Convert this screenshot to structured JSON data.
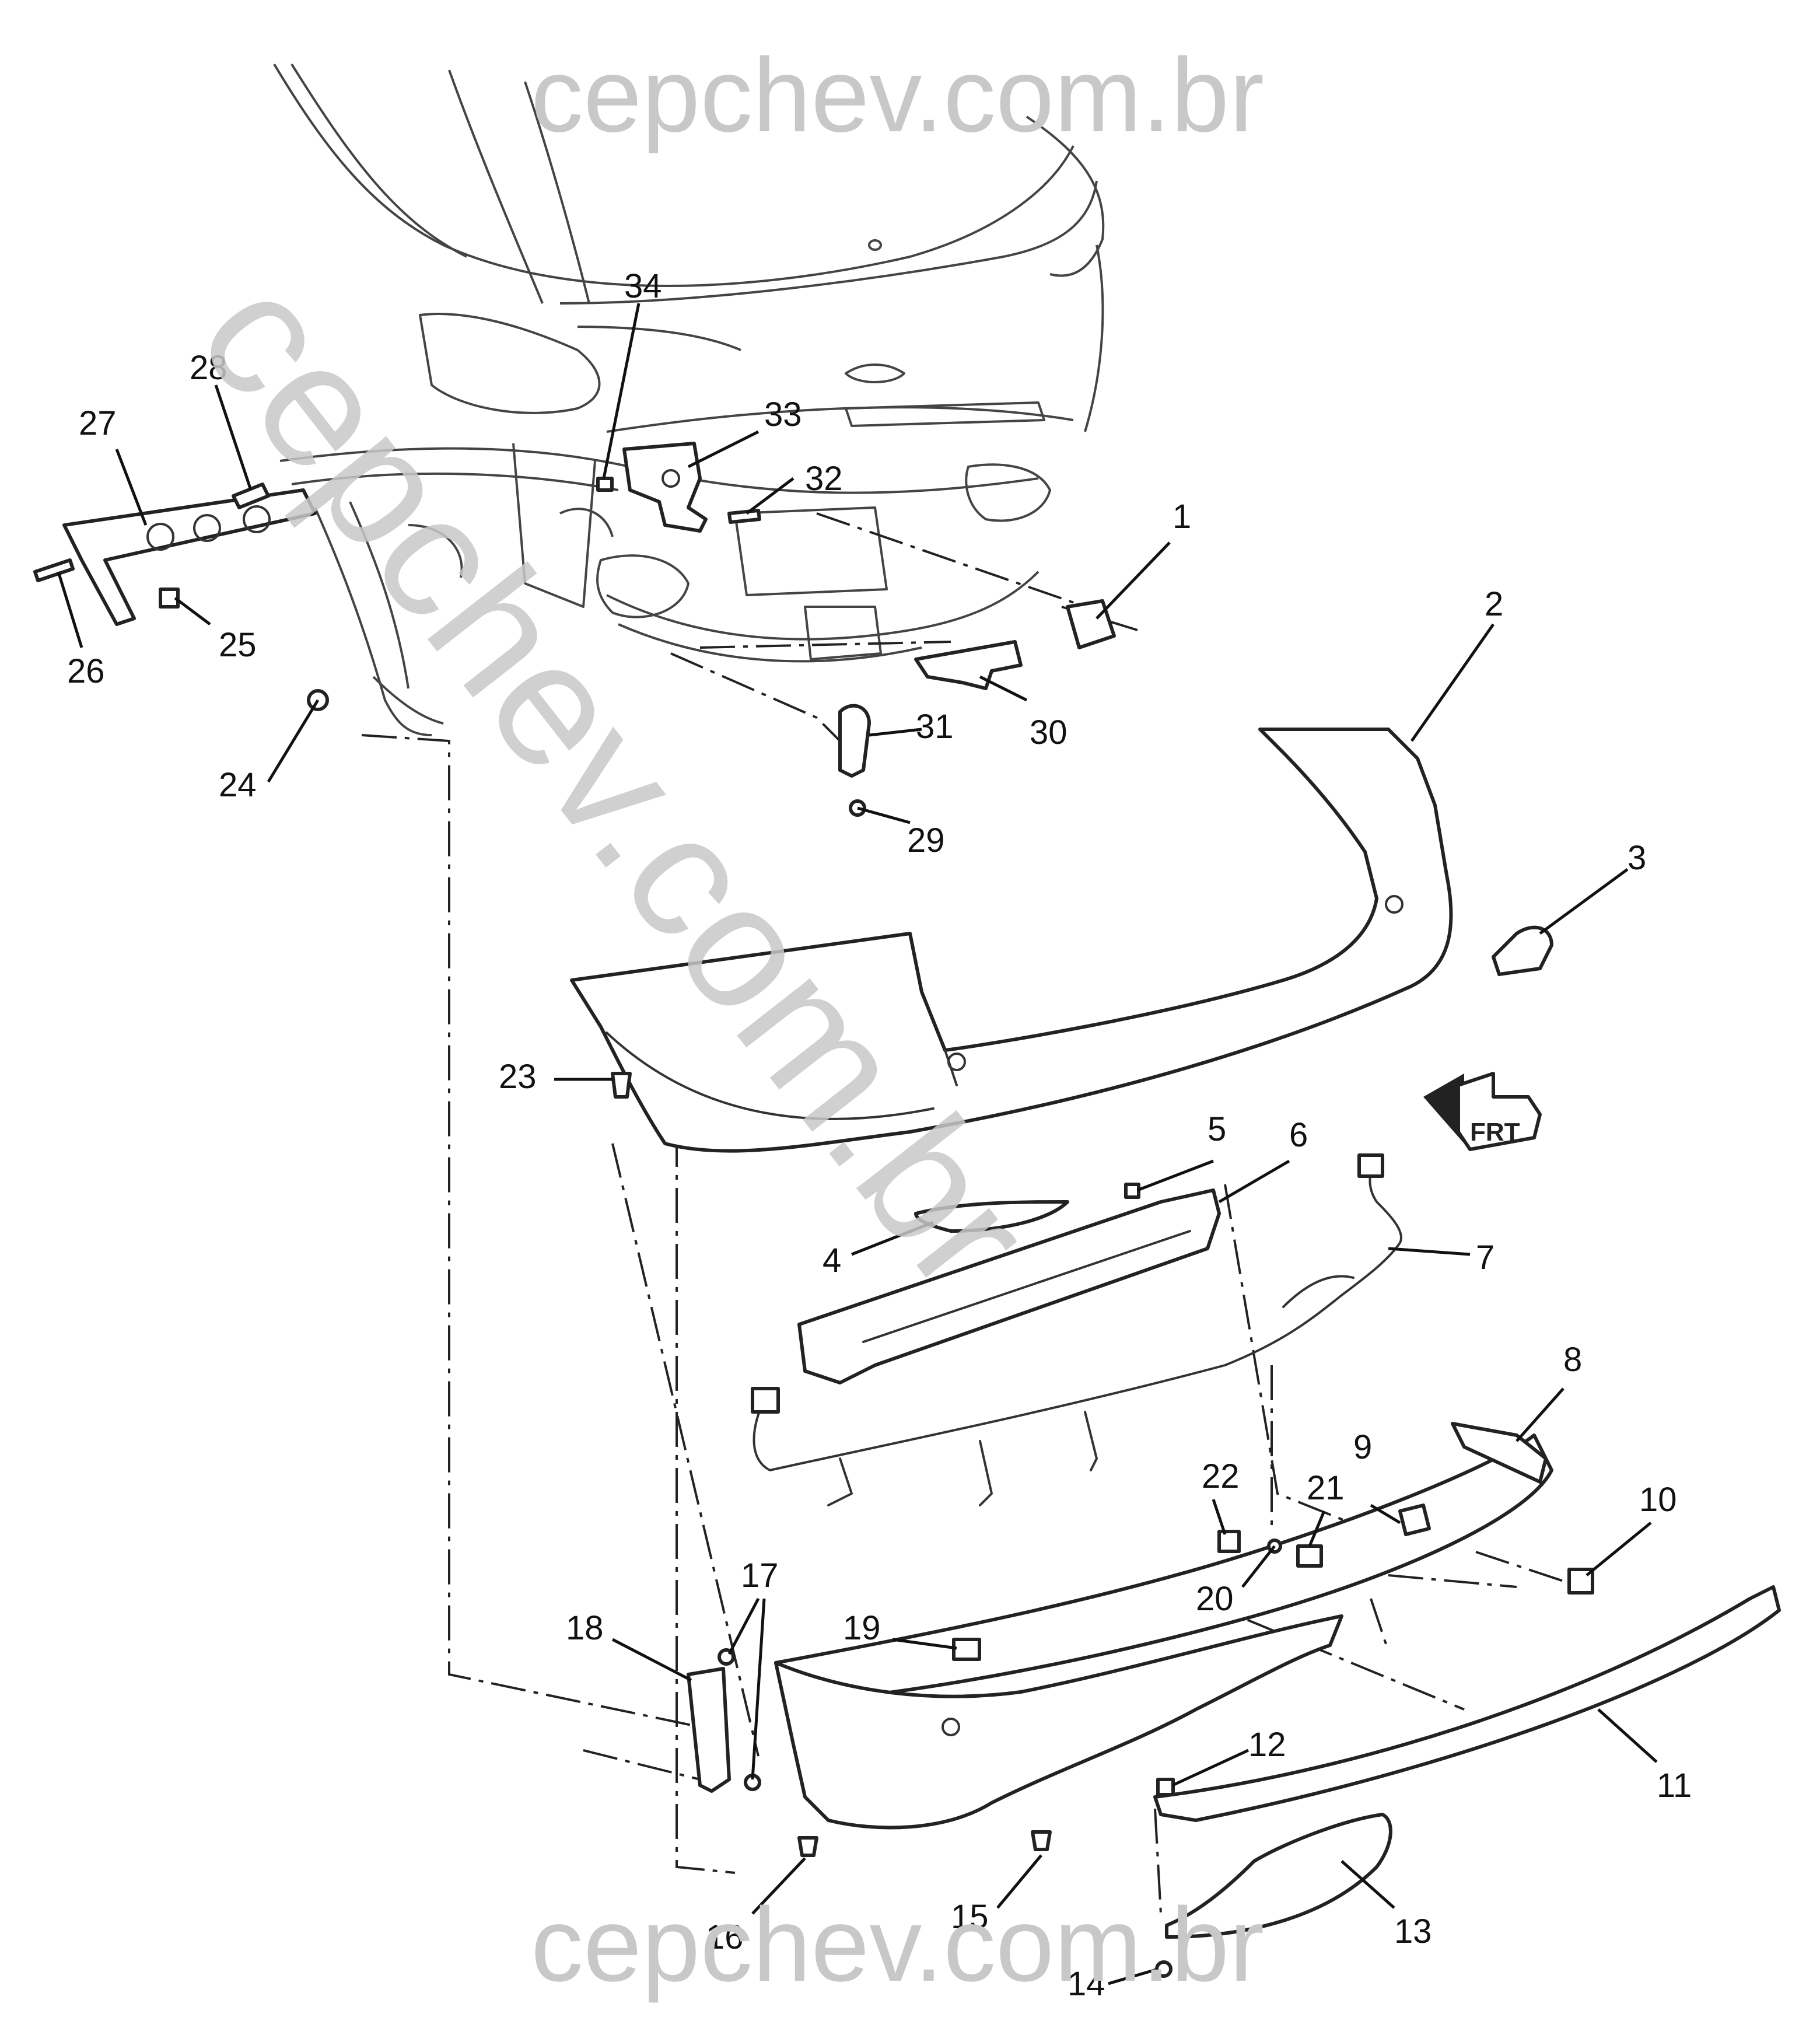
{
  "watermark": {
    "top": "cepchev.com.br",
    "bottom": "cepchev.com.br",
    "diagonal": "cepchev.com.br",
    "color": "#c8c8c8"
  },
  "direction_badge": {
    "text": "FRT",
    "icon": "front-direction-arrow-icon"
  },
  "callouts": [
    {
      "id": "1",
      "text": "1"
    },
    {
      "id": "2",
      "text": "2"
    },
    {
      "id": "3",
      "text": "3"
    },
    {
      "id": "4",
      "text": "4"
    },
    {
      "id": "5",
      "text": "5"
    },
    {
      "id": "6",
      "text": "6"
    },
    {
      "id": "7",
      "text": "7"
    },
    {
      "id": "8",
      "text": "8"
    },
    {
      "id": "9",
      "text": "9"
    },
    {
      "id": "10",
      "text": "10"
    },
    {
      "id": "11",
      "text": "11"
    },
    {
      "id": "12",
      "text": "12"
    },
    {
      "id": "13",
      "text": "13"
    },
    {
      "id": "14",
      "text": "14"
    },
    {
      "id": "15",
      "text": "15"
    },
    {
      "id": "16",
      "text": "16"
    },
    {
      "id": "17",
      "text": "17"
    },
    {
      "id": "18",
      "text": "18"
    },
    {
      "id": "19",
      "text": "19"
    },
    {
      "id": "20",
      "text": "20"
    },
    {
      "id": "21",
      "text": "21"
    },
    {
      "id": "22",
      "text": "22"
    },
    {
      "id": "23",
      "text": "23"
    },
    {
      "id": "24",
      "text": "24"
    },
    {
      "id": "25",
      "text": "25"
    },
    {
      "id": "26",
      "text": "26"
    },
    {
      "id": "27",
      "text": "27"
    },
    {
      "id": "28",
      "text": "28"
    },
    {
      "id": "29",
      "text": "29"
    },
    {
      "id": "30",
      "text": "30"
    },
    {
      "id": "31",
      "text": "31"
    },
    {
      "id": "32",
      "text": "32"
    },
    {
      "id": "33",
      "text": "33"
    },
    {
      "id": "34",
      "text": "34"
    }
  ]
}
